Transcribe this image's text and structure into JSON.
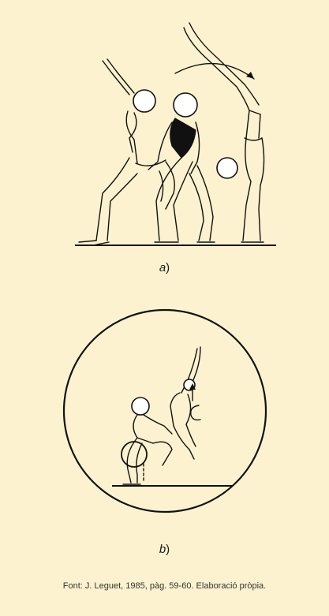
{
  "caption_a": {
    "letter": "a",
    "paren": ")"
  },
  "caption_b": {
    "letter": "b",
    "paren": ")"
  },
  "source": "Font: J. Leguet, 1985, pàg. 59-60. Elaboració pròpia.",
  "colors": {
    "panel": "#fdf2cf",
    "line": "#111111"
  }
}
